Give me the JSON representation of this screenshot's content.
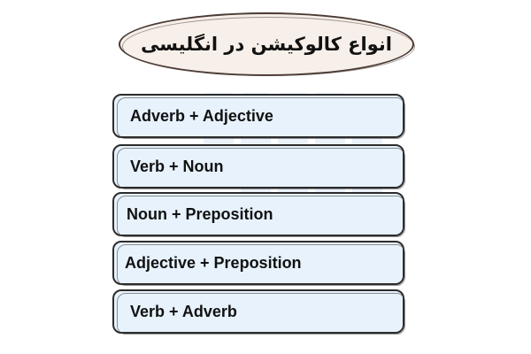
{
  "title": "انواع کالوکیشن در انگلیسی",
  "items": [
    {
      "label": "Adverb + Adjective"
    },
    {
      "label": "Verb + Noun"
    },
    {
      "label": "Noun + Preposition"
    },
    {
      "label": "Adjective + Preposition"
    },
    {
      "label": "Verb + Adverb"
    }
  ],
  "colors": {
    "pill_fill": "#e7f2fd",
    "title_fill": "#f7efe9",
    "outline": "#2c2c2c",
    "watermark": "#dbe9f7"
  }
}
